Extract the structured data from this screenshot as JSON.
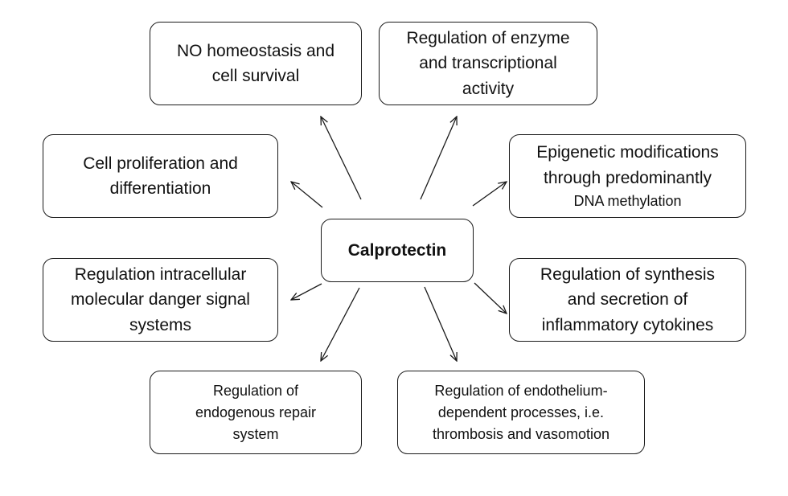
{
  "center": {
    "label": "Calprotectin"
  },
  "nodes": [
    {
      "id": "no-homeostasis",
      "lines": [
        "NO homeostasis and",
        "cell survival"
      ]
    },
    {
      "id": "enzyme-regulation",
      "lines": [
        "Regulation of enzyme",
        "and transcriptional",
        "activity"
      ]
    },
    {
      "id": "cell-proliferation",
      "lines": [
        "Cell proliferation and",
        "differentiation"
      ]
    },
    {
      "id": "epigenetic",
      "lines": [
        "Epigenetic modifications",
        "through predominantly",
        "DNA methylation"
      ]
    },
    {
      "id": "danger-signal",
      "lines": [
        "Regulation intracellular",
        "molecular danger signal",
        "systems"
      ]
    },
    {
      "id": "cytokines",
      "lines": [
        "Regulation of synthesis",
        "and secretion of",
        "inflammatory cytokines"
      ]
    },
    {
      "id": "repair-system",
      "lines": [
        "Regulation of",
        "endogenous repair",
        "system"
      ]
    },
    {
      "id": "endothelium",
      "lines": [
        "Regulation of endothelium-",
        "dependent processes, i.e.",
        "thrombosis and vasomotion"
      ]
    }
  ],
  "colors": {
    "stroke": "#1a1a1a",
    "text": "#111111",
    "background": "#ffffff"
  }
}
